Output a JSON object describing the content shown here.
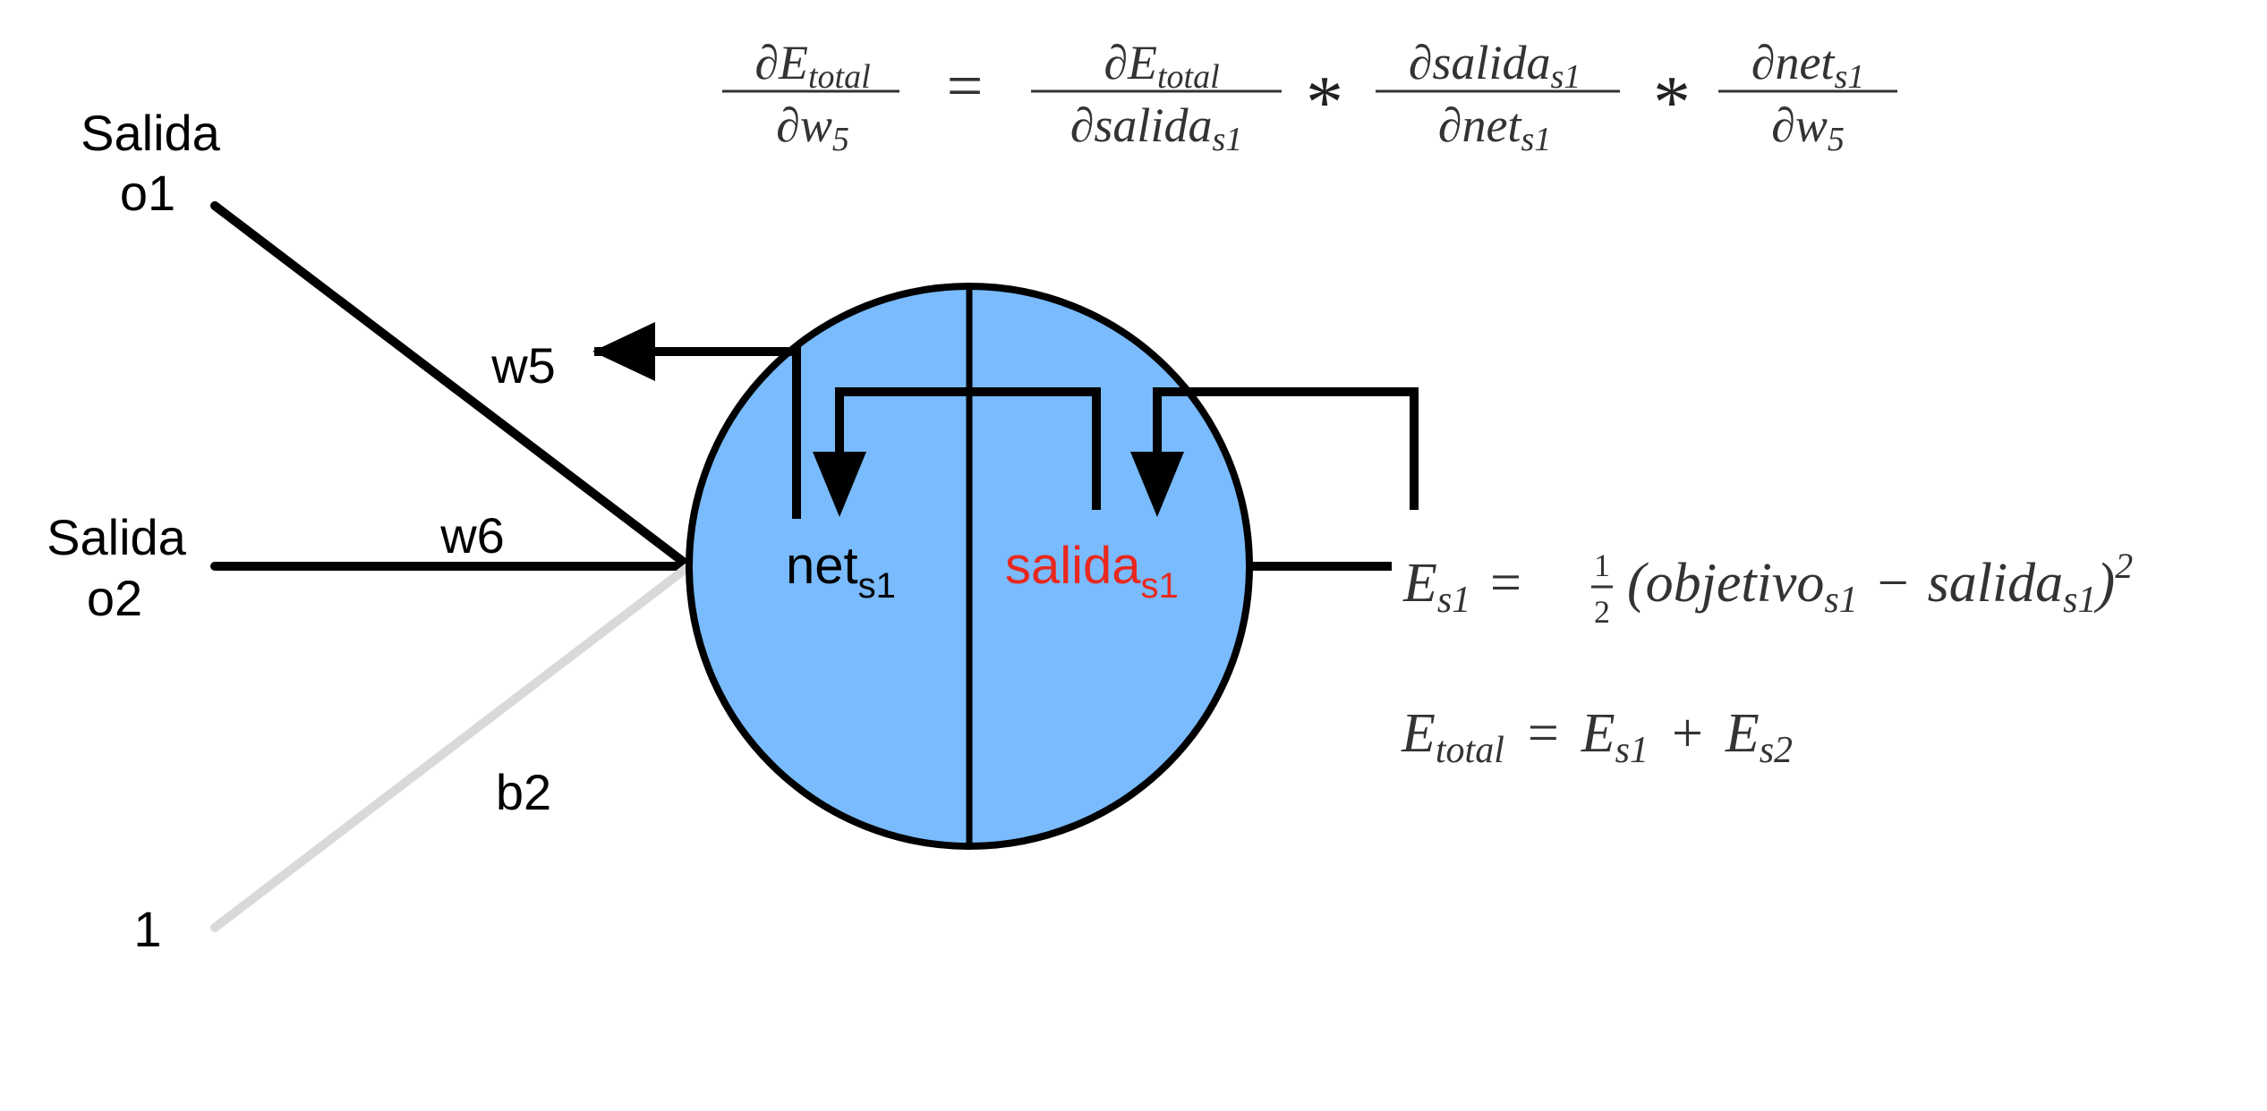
{
  "inputs": {
    "o1_line1": "Salida",
    "o1_line2": "o1",
    "o2_line1": "Salida",
    "o2_line2": "o2",
    "bias_input": "1"
  },
  "weights": {
    "w5": "w5",
    "w6": "w6",
    "b2": "b2"
  },
  "neuron": {
    "net_main": "net",
    "net_sub": "s1",
    "out_main": "salida",
    "out_sub": "s1",
    "out_color": "#e8281e",
    "fill_color": "#79bbfc"
  },
  "formula_top": {
    "lhs_num_d": "∂",
    "lhs_num_E": "E",
    "lhs_num_sub": "total",
    "lhs_den_d": "∂",
    "lhs_den_w": "w",
    "lhs_den_sub": "5",
    "eq": "=",
    "t1_num_d": "∂",
    "t1_num_E": "E",
    "t1_num_sub": "total",
    "t1_den_d": "∂",
    "t1_den_v": "salida",
    "t1_den_sub": "s1",
    "times1": "*",
    "t2_num_d": "∂",
    "t2_num_v": "salida",
    "t2_num_sub": "s1",
    "t2_den_d": "∂",
    "t2_den_v": "net",
    "t2_den_sub": "s1",
    "times2": "*",
    "t3_num_d": "∂",
    "t3_num_v": "net",
    "t3_num_sub": "s1",
    "t3_den_d": "∂",
    "t3_den_v": "w",
    "t3_den_sub": "5"
  },
  "formula_error": {
    "E": "E",
    "E_sub": "s1",
    "eq": "=",
    "half_num": "1",
    "half_den": "2",
    "open": "(",
    "target": "objetivo",
    "target_sub": "s1",
    "minus": "−",
    "out": "salida",
    "out_sub": "s1",
    "close": ")",
    "power": "2"
  },
  "formula_total": {
    "E": "E",
    "E_sub": "total",
    "eq": "=",
    "E1": "E",
    "E1_sub": "s1",
    "plus": "+",
    "E2": "E",
    "E2_sub": "s2"
  }
}
